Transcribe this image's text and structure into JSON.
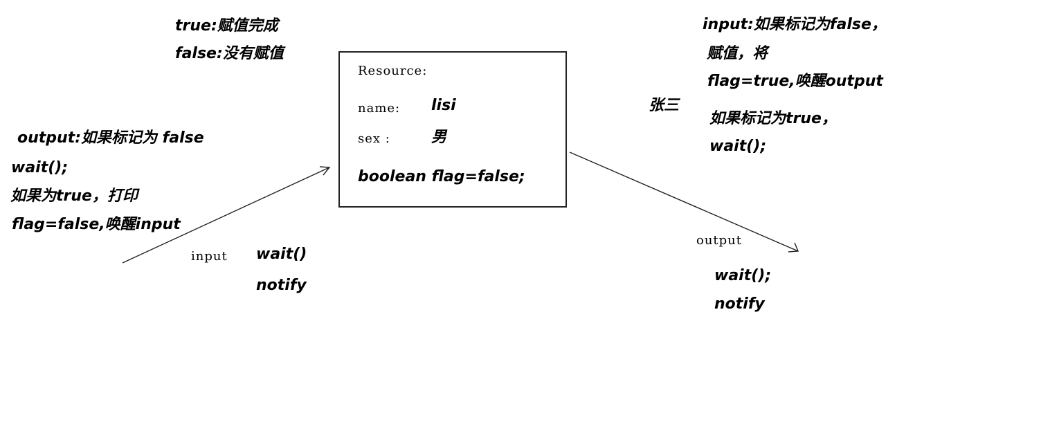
{
  "legend": {
    "true_line": "true:赋值完成",
    "false_line": "false:没有赋值"
  },
  "resource": {
    "heading": "Resource:",
    "name_label": "name:",
    "name_value": "lisi",
    "sex_label": "sex :",
    "sex_value": "男",
    "flag_decl": "boolean flag=false;"
  },
  "input_notes": {
    "line1": "input:如果标记为false，",
    "line2": "赋值，将",
    "line3": "flag=true,唤醒output",
    "line4": "如果标记为true，",
    "line5": "wait();"
  },
  "zhangsan": "张三",
  "output_notes": {
    "line1": "output:如果标记为 false",
    "line2": "wait();",
    "line3": "如果为true，打印",
    "line4": "flag=false,唤醒input"
  },
  "input_thread": {
    "label": "input",
    "method1": "wait()",
    "method2": "notify"
  },
  "output_thread": {
    "label": "output",
    "method1": "wait();",
    "method2": "notify"
  }
}
